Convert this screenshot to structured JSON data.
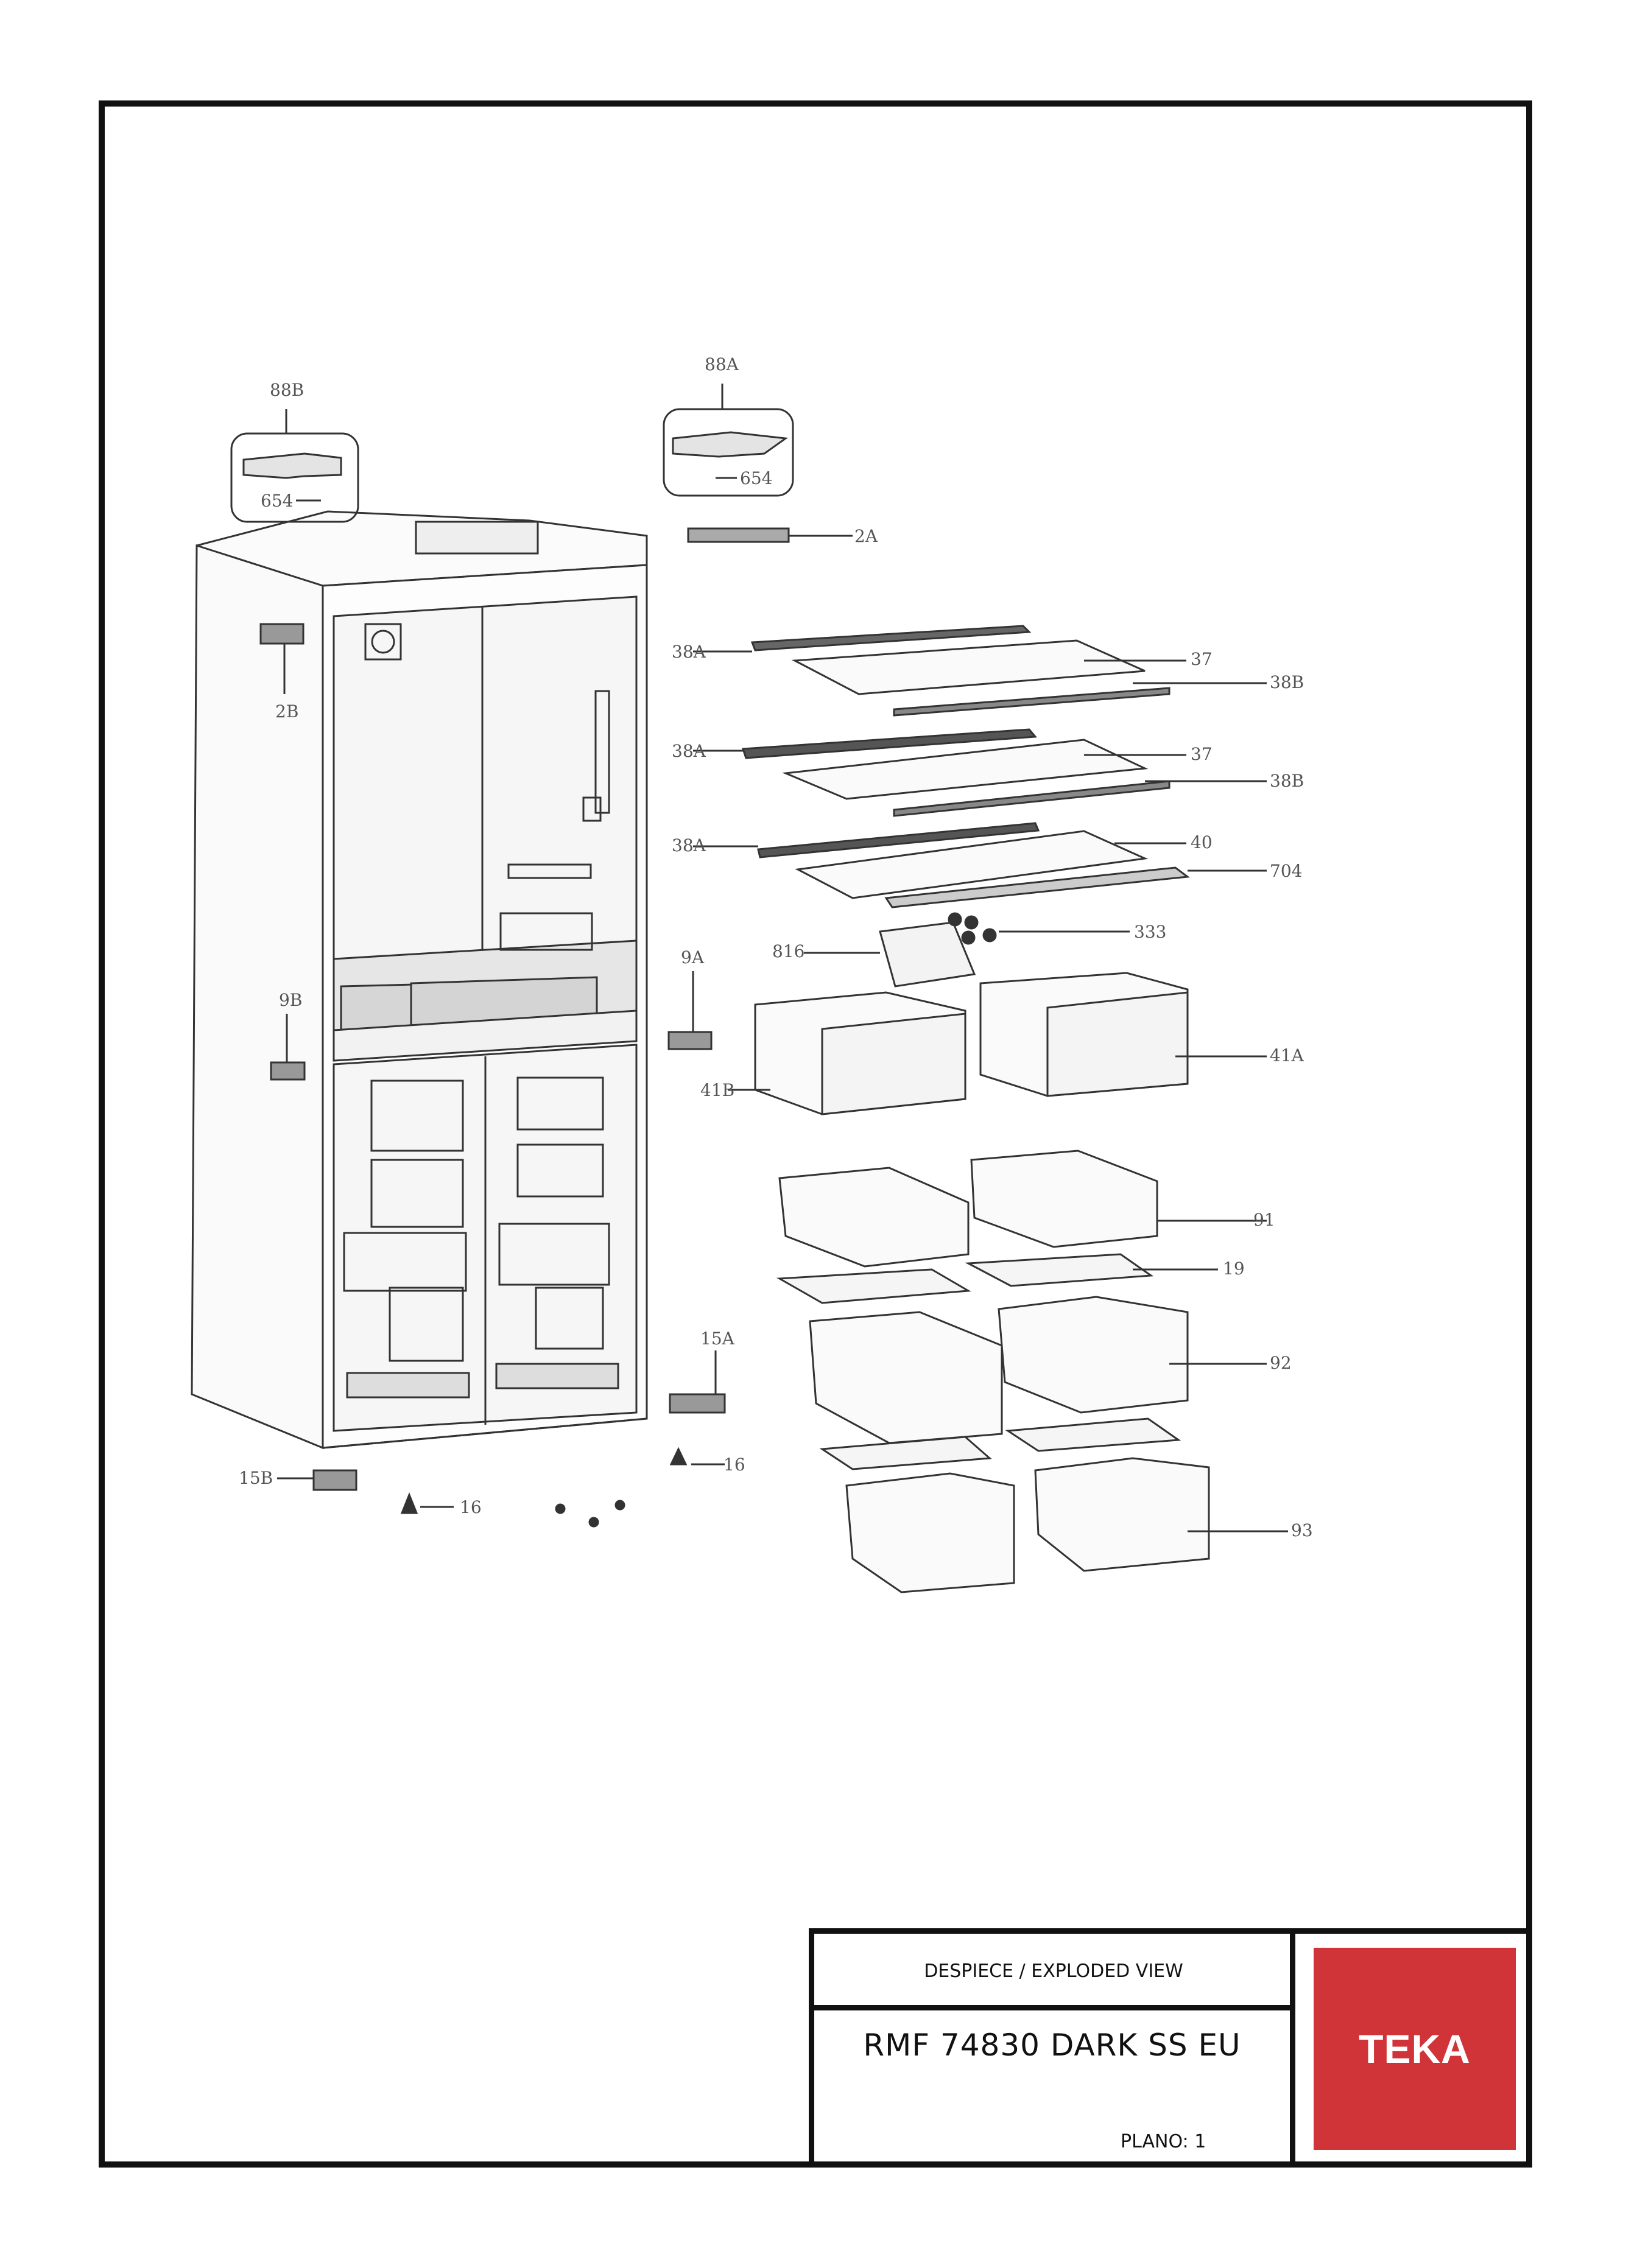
{
  "title_block": {
    "caption": "DESPIECE / EXPLODED VIEW",
    "model": "RMF 74830 DARK SS EU",
    "plano_label": "PLANO:",
    "plano_value": "1"
  },
  "brand": {
    "logo_text": "TEKA",
    "color": "#d13438"
  },
  "callouts": {
    "c88B": "88B",
    "c88A": "88A",
    "c654a": "654",
    "c654b": "654",
    "c2A": "2A",
    "c2B": "2B",
    "c38A_1": "38A",
    "c38A_2": "38A",
    "c38A_3": "38A",
    "c37_1": "37",
    "c37_2": "37",
    "c38B_1": "38B",
    "c38B_2": "38B",
    "c40": "40",
    "c704": "704",
    "c333": "333",
    "c816": "816",
    "c9A": "9A",
    "c9B": "9B",
    "c41A": "41A",
    "c41B": "41B",
    "c91": "91",
    "c19": "19",
    "c92": "92",
    "c93": "93",
    "c15A": "15A",
    "c15B": "15B",
    "c16a": "16",
    "c16b": "16"
  }
}
